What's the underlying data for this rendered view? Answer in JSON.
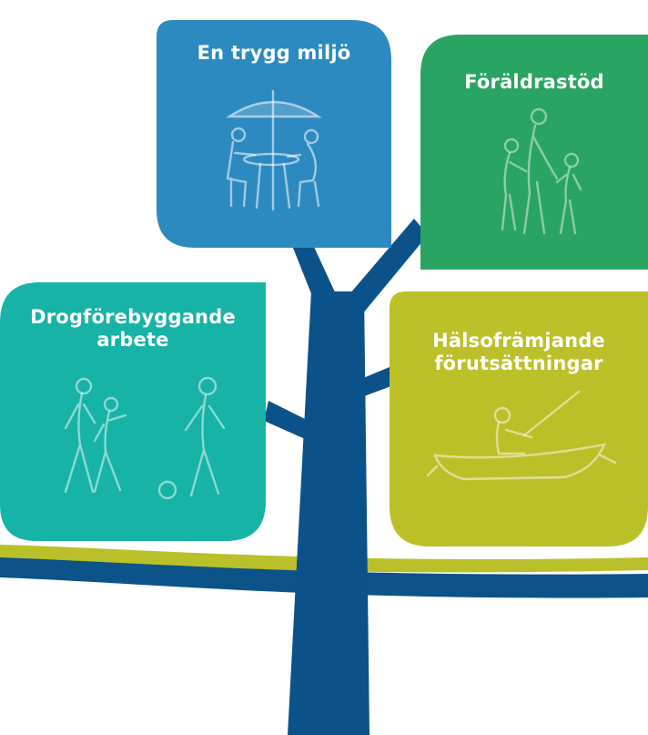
{
  "colors": {
    "tree": "#0a5289",
    "stripe_green": "#b9c02a",
    "stripe_blue": "#0b5389",
    "leaf_env": "#2d8ac0",
    "leaf_parent": "#2aa463",
    "leaf_drug": "#16b3a6",
    "leaf_health": "#bcc028",
    "sketch": "#ffffff"
  },
  "leaves": {
    "environment": {
      "title": "En trygg miljö",
      "icon": "cafe-table-icon"
    },
    "parental": {
      "title": "Föräldrastöd",
      "icon": "parent-children-icon"
    },
    "drugs": {
      "title_line1": "Drogförebyggande",
      "title_line2": "arbete",
      "icon": "football-players-icon"
    },
    "health": {
      "title_line1": "Hälsofrämjande",
      "title_line2": "förutsättningar",
      "icon": "fishing-boat-icon"
    }
  }
}
